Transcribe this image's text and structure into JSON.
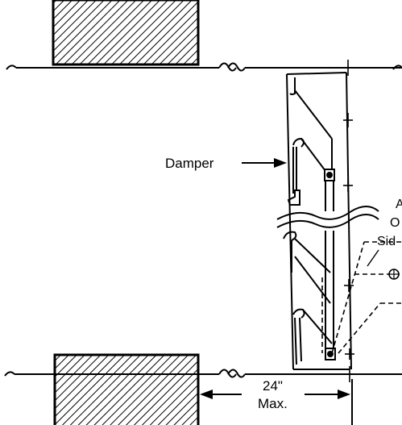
{
  "labels": {
    "damper": "Damper",
    "dimension_value": "24\"",
    "dimension_qualifier": "Max.",
    "cut_label_line1": "A",
    "cut_label_line2": "O",
    "cut_label_line3": "Sid"
  }
}
